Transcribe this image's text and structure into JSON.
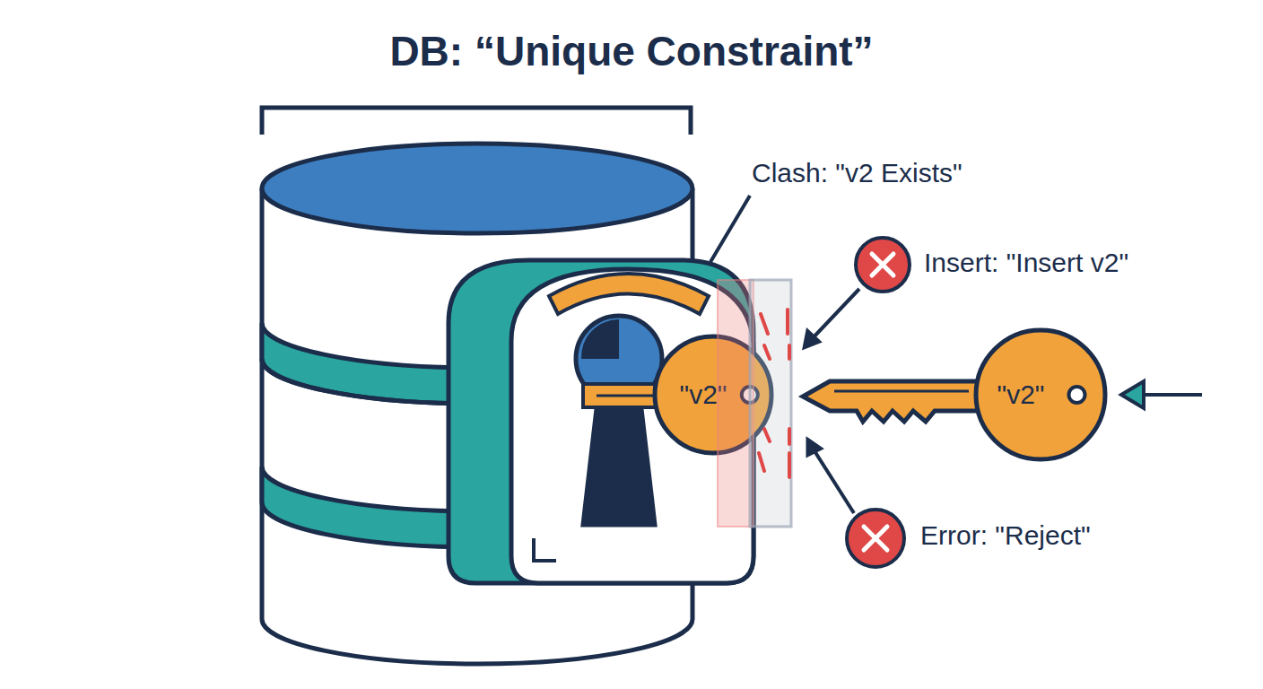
{
  "diagram": {
    "title": "DB: “Unique Constraint”",
    "nodes": [
      {
        "text": [
          "\"v2\""
        ]
      },
      {
        "text": [
          "\"v2\""
        ]
      }
    ],
    "labels": [
      "Clash: \"v2 Exists\"",
      "Insert: \"Insert v2\"",
      "Error: \"Reject\""
    ]
  }
}
